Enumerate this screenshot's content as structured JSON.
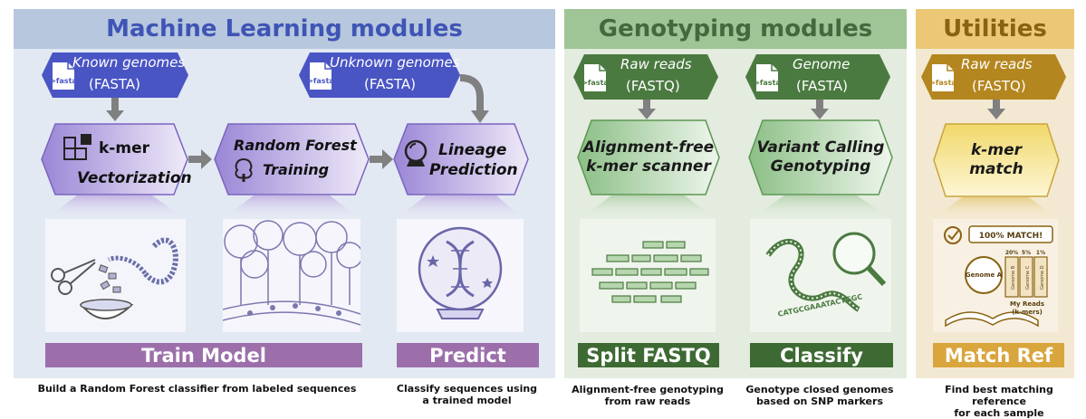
{
  "headers": {
    "ml": "Machine Learning modules",
    "genotyping": "Genotyping modules",
    "utilities": "Utilities"
  },
  "inputs": {
    "known": {
      "line1": "Known genomes",
      "line2": "(FASTA)",
      "icon": "fasta-file-icon"
    },
    "unknown": {
      "line1": "Unknown genomes",
      "line2": "(FASTA)",
      "icon": "fasta-file-icon"
    },
    "raw_reads_geno": {
      "line1": "Raw reads",
      "line2": "(FASTQ)",
      "icon": "fasta-file-icon"
    },
    "genome": {
      "line1": "Genome",
      "line2": "(FASTA)",
      "icon": "fasta-file-icon"
    },
    "raw_reads_util": {
      "line1": "Raw reads",
      "line2": "(FASTQ)",
      "icon": "fasta-file-icon"
    }
  },
  "file_icon_label": ">fasta",
  "steps": {
    "kmer": {
      "line1": "k-mer",
      "line2": "Vectorization"
    },
    "rf": {
      "line1": "Random Forest",
      "line2": "Training"
    },
    "lineage": {
      "line1": "Lineage",
      "line2": "Prediction"
    },
    "scanner": {
      "line1": "Alignment-free",
      "line2": "k-mer scanner"
    },
    "variant": {
      "line1": "Variant Calling",
      "line2": "Genotyping"
    },
    "match": {
      "line1": "k-mer",
      "line2": "match"
    }
  },
  "illustration_labels": {
    "match_banner": "100% MATCH!",
    "genome_a": "Genome A",
    "genome_b": "Genome B",
    "genome_c": "Genome C",
    "genome_d": "Genome D",
    "pct1": "20%",
    "pct2": "5%",
    "pct3": "1%",
    "reads_line1": "My Reads",
    "reads_line2": "(k-mers)",
    "sequence": "CATGCGAAATACTGGC"
  },
  "bars": {
    "train": "Train Model",
    "predict": "Predict",
    "split": "Split FASTQ",
    "classify": "Classify",
    "match": "Match Ref"
  },
  "captions": {
    "train": "Build a Random Forest classifier from labeled sequences",
    "predict_1": "Classify sequences using",
    "predict_2": "a trained model",
    "split_1": "Alignment-free genotyping",
    "split_2": "from raw reads",
    "classify_1": "Genotype closed genomes",
    "classify_2": "based on SNP markers",
    "match_1": "Find best matching reference",
    "match_2": "for each sample"
  },
  "colors": {
    "ml_input": "#4a55c4",
    "ml_step": "#b4a4dd",
    "ml_bar": "#9c6fab",
    "geno_input": "#4b7a41",
    "geno_step": "#9fc79a",
    "geno_bar": "#3d6a33",
    "util_input": "#b4861f",
    "util_step": "#f4e27a",
    "util_bar": "#d9a53d",
    "arrow": "#808080"
  }
}
